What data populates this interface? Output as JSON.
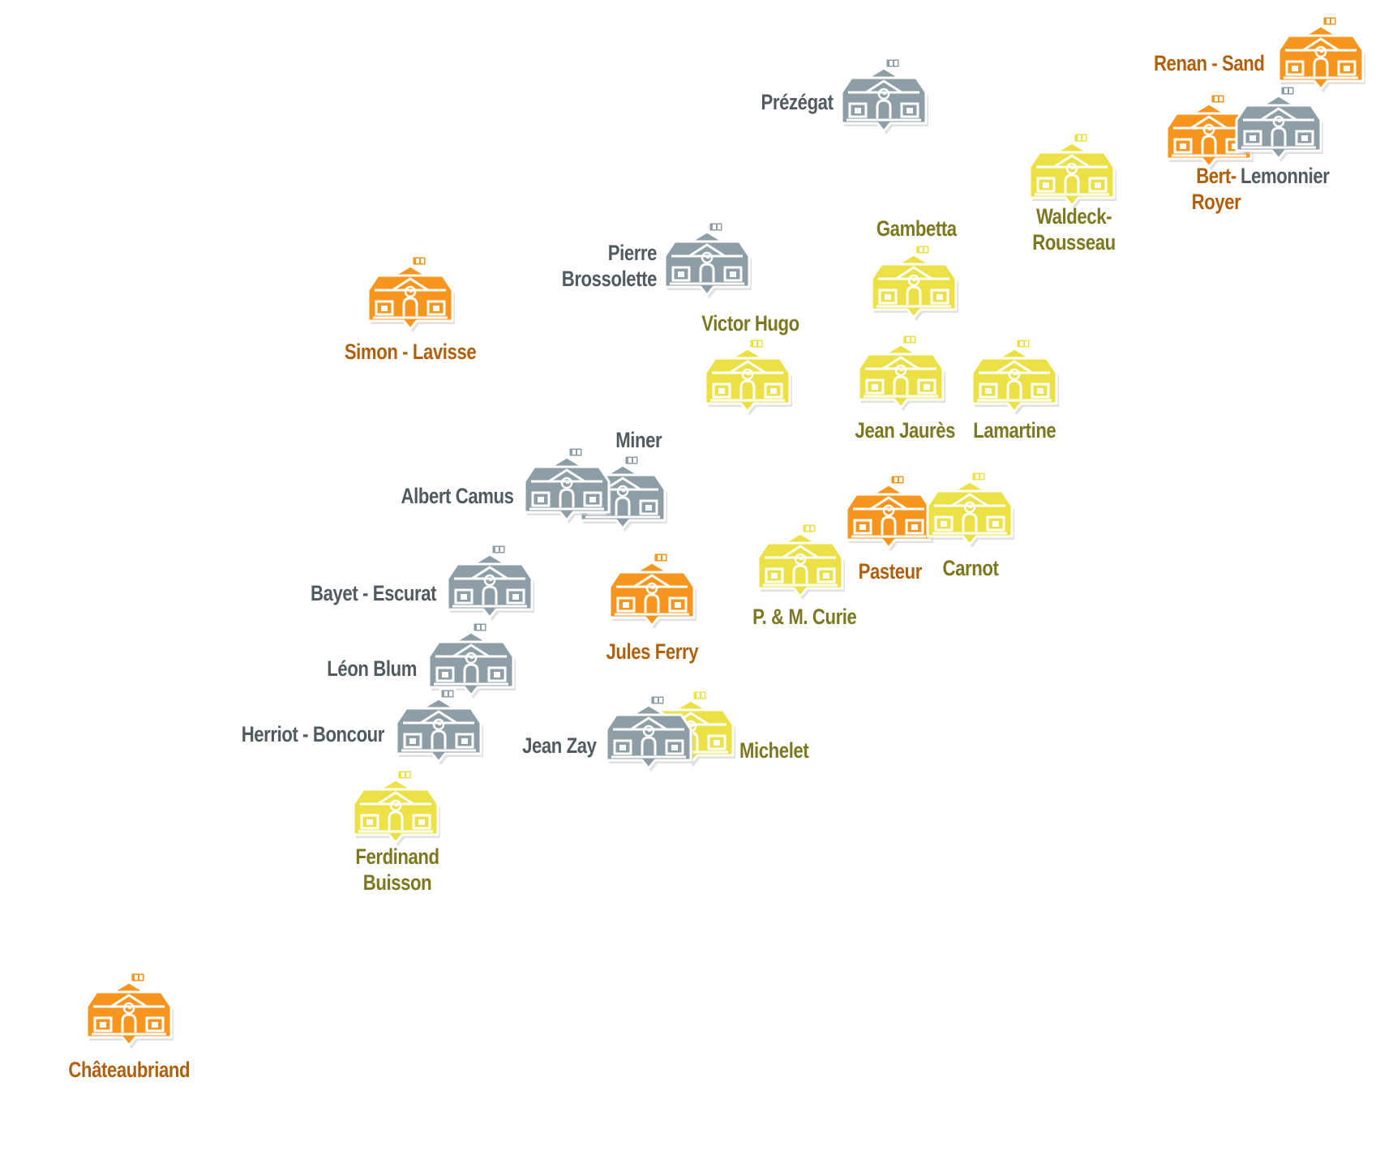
{
  "legend_colors": {
    "grey": {
      "fill": "#8e9ea7",
      "stroke": "#ffffff",
      "label_color": "#4f5a61"
    },
    "orange": {
      "fill": "#f7961f",
      "stroke": "#ffffff",
      "label_color": "#b0600c"
    },
    "yellow": {
      "fill": "#ebe146",
      "stroke": "#ffffff",
      "label_color": "#7c7820"
    }
  },
  "icon": "school-house-icon",
  "schools": [
    {
      "id": "prezegat",
      "name": "Prézégat",
      "category": "grey"
    },
    {
      "id": "renan-sand",
      "name": "Renan - Sand",
      "category": "orange"
    },
    {
      "id": "bert-royer",
      "name": "Bert-Royer",
      "lines": [
        "Bert-",
        "Royer"
      ],
      "category": "orange"
    },
    {
      "id": "lemonnier",
      "name": "Lemonnier",
      "category": "grey"
    },
    {
      "id": "waldeck-rousseau",
      "name": "Waldeck-Rousseau",
      "lines": [
        "Waldeck-",
        "Rousseau"
      ],
      "category": "yellow"
    },
    {
      "id": "gambetta",
      "name": "Gambetta",
      "category": "yellow"
    },
    {
      "id": "pierre-brossolette",
      "name": "Pierre Brossolette",
      "lines": [
        "Pierre",
        "Brossolette"
      ],
      "category": "grey"
    },
    {
      "id": "simon-lavisse",
      "name": "Simon - Lavisse",
      "category": "orange"
    },
    {
      "id": "victor-hugo",
      "name": "Victor Hugo",
      "category": "yellow"
    },
    {
      "id": "jean-jaures",
      "name": "Jean Jaurès",
      "category": "yellow"
    },
    {
      "id": "lamartine",
      "name": "Lamartine",
      "category": "yellow"
    },
    {
      "id": "miner",
      "name": "Miner",
      "category": "grey"
    },
    {
      "id": "albert-camus",
      "name": "Albert Camus",
      "category": "grey"
    },
    {
      "id": "pasteur",
      "name": "Pasteur",
      "category": "orange"
    },
    {
      "id": "carnot",
      "name": "Carnot",
      "category": "yellow"
    },
    {
      "id": "pm-curie",
      "name": "P. & M. Curie",
      "category": "yellow"
    },
    {
      "id": "bayet-escurat",
      "name": "Bayet - Escurat",
      "category": "grey"
    },
    {
      "id": "jules-ferry",
      "name": "Jules Ferry",
      "category": "orange"
    },
    {
      "id": "leon-blum",
      "name": "Léon Blum",
      "category": "grey"
    },
    {
      "id": "herriot-boncour",
      "name": "Herriot - Boncour",
      "category": "grey"
    },
    {
      "id": "michelet",
      "name": "Michelet",
      "category": "yellow"
    },
    {
      "id": "jean-zay",
      "name": "Jean Zay",
      "category": "grey"
    },
    {
      "id": "ferdinand-buisson",
      "name": "Ferdinand Buisson",
      "lines": [
        "Ferdinand",
        "Buisson"
      ],
      "category": "yellow"
    },
    {
      "id": "chateaubriand",
      "name": "Châteaubriand",
      "category": "orange"
    }
  ]
}
